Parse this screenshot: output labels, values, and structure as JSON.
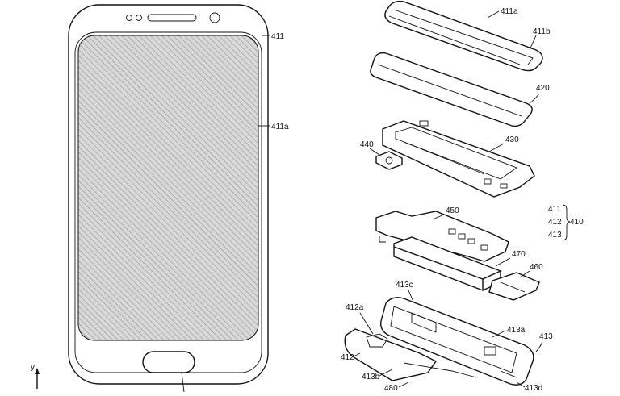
{
  "labels": {
    "l411": "411",
    "l411a_front": "411a",
    "l411a_top": "411a",
    "l411b": "411b",
    "l420": "420",
    "l440": "440",
    "l430": "430",
    "l450": "450",
    "l470": "470",
    "l460": "460",
    "l413c": "413c",
    "l412a": "412a",
    "l413a": "413a",
    "l413": "413",
    "l412": "412",
    "l413b": "413b",
    "l480": "480",
    "l413d": "413d",
    "b411": "411",
    "b412": "412",
    "b413": "413",
    "b410": "410",
    "axis_y": "y"
  },
  "colors": {
    "stroke": "#111111",
    "screen_fill": "#d9d9d9",
    "hatch": "#9a9a9a",
    "background": "#ffffff"
  }
}
